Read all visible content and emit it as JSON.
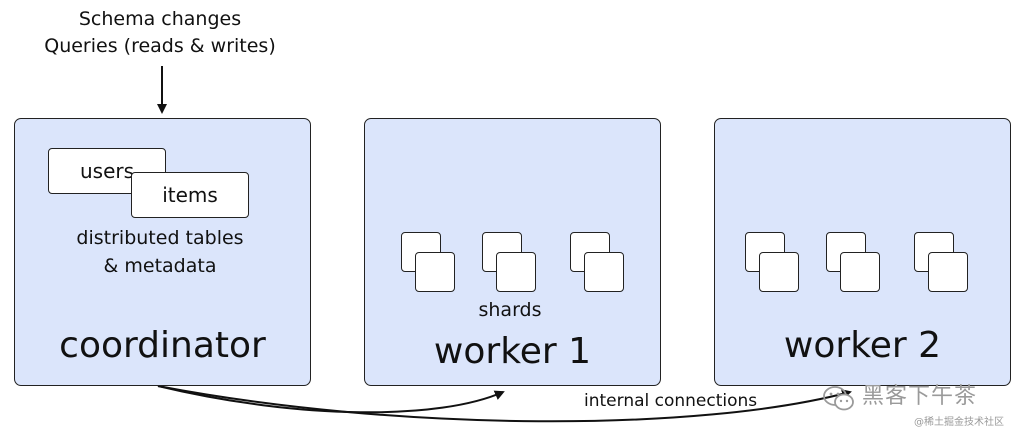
{
  "top_labels": [
    "Schema changes",
    "Queries (reads & writes)"
  ],
  "coordinator": {
    "title": "coordinator",
    "tables": [
      "users",
      "items"
    ],
    "caption": [
      "distributed tables",
      "& metadata"
    ]
  },
  "worker1": {
    "title": "worker 1",
    "shards_label": "shards"
  },
  "worker2": {
    "title": "worker 2"
  },
  "connection_label": "internal connections",
  "colors": {
    "node_fill": "#dbe5fb",
    "stroke": "#222222"
  },
  "watermark": {
    "main": "黑客下午茶",
    "sub": "@稀土掘金技术社区",
    "icon": "wechat-icon"
  }
}
